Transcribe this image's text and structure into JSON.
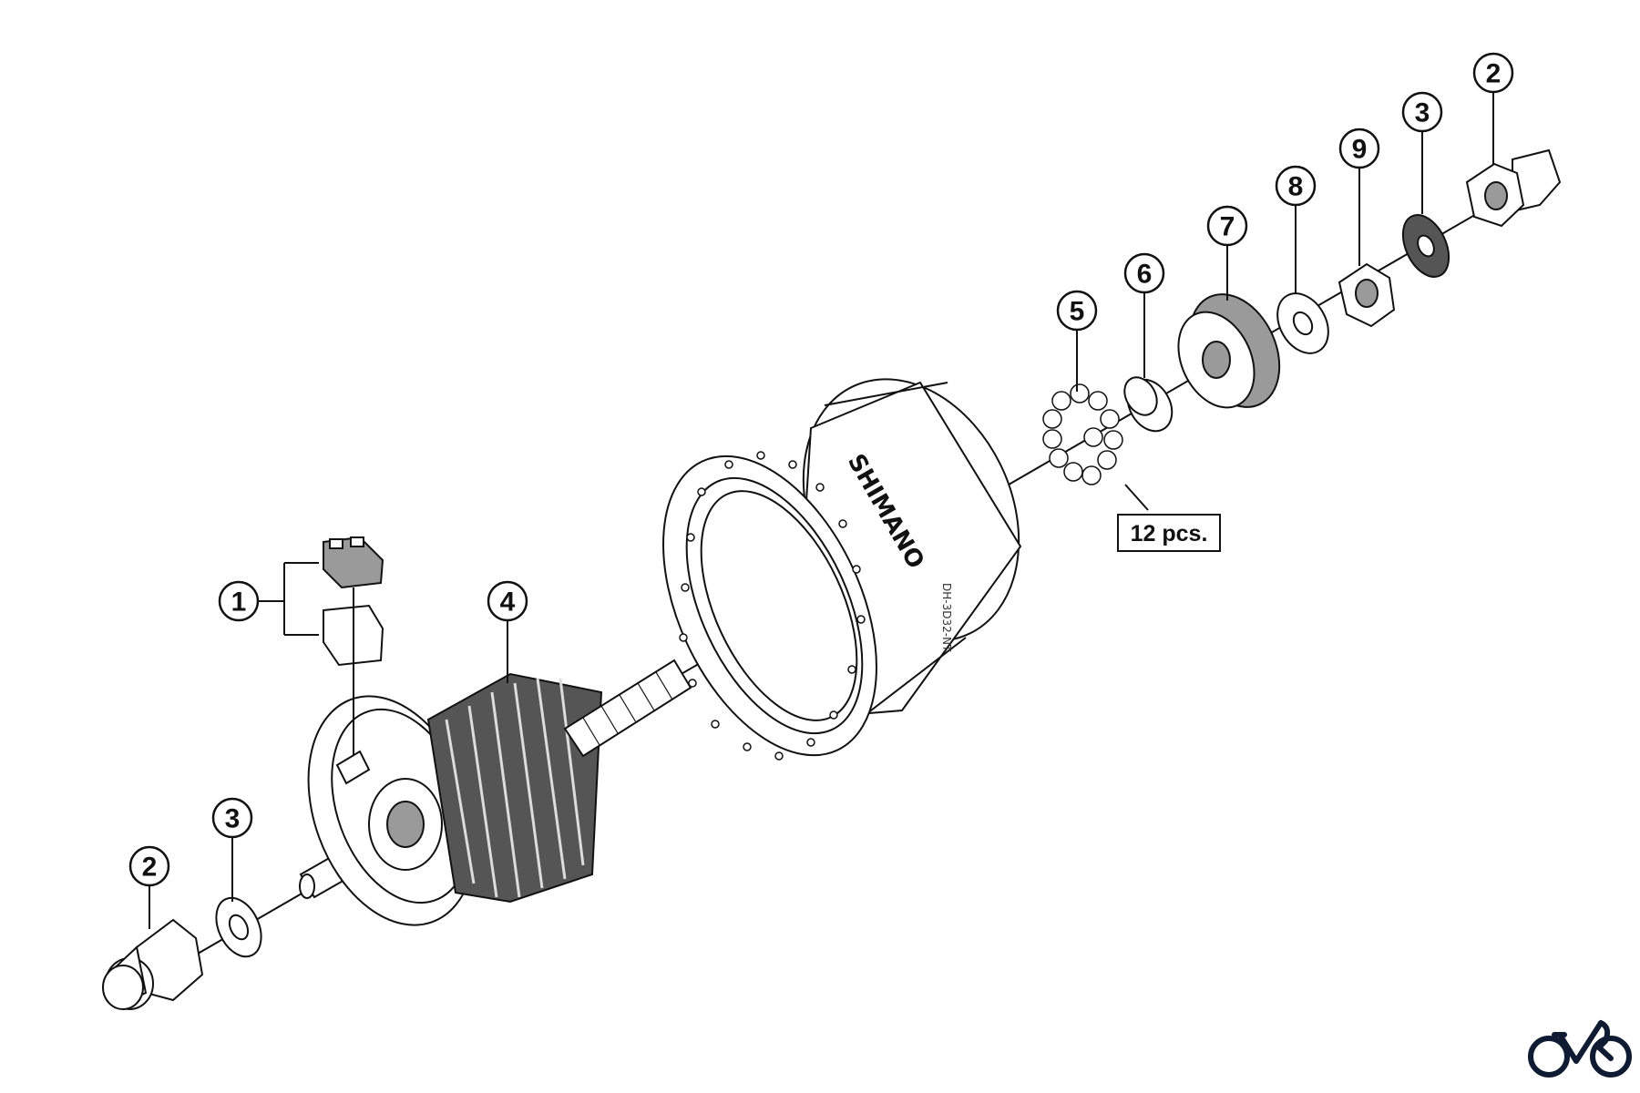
{
  "diagram": {
    "title": "Hub dynamo exploded parts view",
    "callouts": [
      {
        "id": "c1",
        "label": "1"
      },
      {
        "id": "c2-left",
        "label": "2"
      },
      {
        "id": "c3-left",
        "label": "3"
      },
      {
        "id": "c4",
        "label": "4"
      },
      {
        "id": "c5",
        "label": "5"
      },
      {
        "id": "c6",
        "label": "6"
      },
      {
        "id": "c7",
        "label": "7"
      },
      {
        "id": "c8",
        "label": "8"
      },
      {
        "id": "c9",
        "label": "9"
      },
      {
        "id": "c3-right",
        "label": "3"
      },
      {
        "id": "c2-right",
        "label": "2"
      }
    ],
    "quantity_note": "12 pcs.",
    "hub_brand": "SHIMANO",
    "hub_model": "DH-3D32-NT",
    "logo": "bicycle-logo",
    "colors": {
      "line": "#111111",
      "logo": "#0f1b33",
      "fill_gray": "#9a9a9a"
    }
  }
}
